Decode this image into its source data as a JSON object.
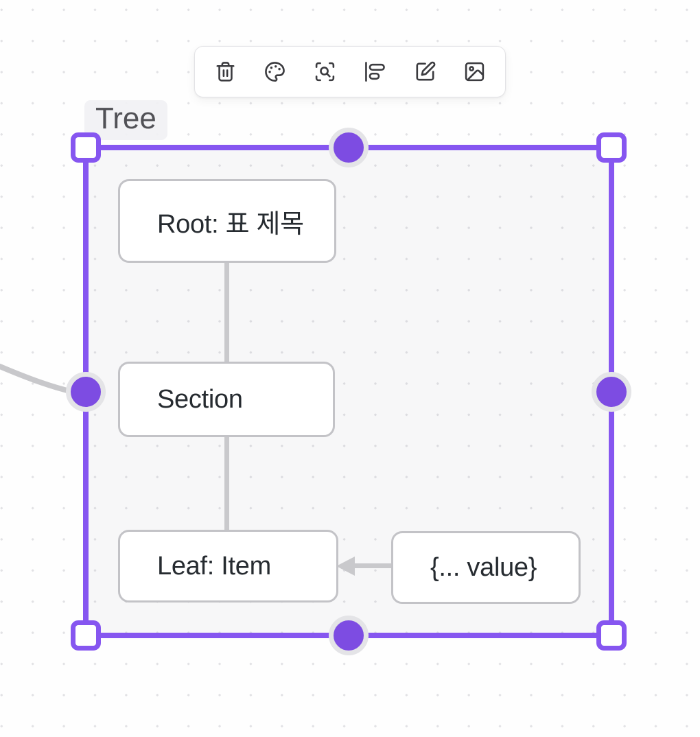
{
  "frame": {
    "label": "Tree"
  },
  "toolbar": {
    "buttons": [
      {
        "name": "delete",
        "icon": "trash-icon"
      },
      {
        "name": "color-style",
        "icon": "palette-icon"
      },
      {
        "name": "zoom-to-fit",
        "icon": "scan-search-icon"
      },
      {
        "name": "align",
        "icon": "align-left-icon"
      },
      {
        "name": "edit",
        "icon": "edit-pen-icon"
      },
      {
        "name": "image",
        "icon": "image-icon"
      }
    ]
  },
  "diagram": {
    "nodes": [
      {
        "id": "root",
        "label": "Root: 표 제목"
      },
      {
        "id": "section",
        "label": "Section"
      },
      {
        "id": "leaf",
        "label": "Leaf: Item"
      },
      {
        "id": "value",
        "label": "{... value}"
      }
    ],
    "edges": [
      {
        "from": "root",
        "to": "section",
        "type": "line"
      },
      {
        "from": "section",
        "to": "leaf",
        "type": "line"
      },
      {
        "from": "value",
        "to": "leaf",
        "type": "arrow"
      }
    ]
  },
  "colors": {
    "selection": "#8656F0",
    "handle_fill": "#7D4CE2",
    "connector": "#C9C9CC",
    "node_border": "#C3C3C7",
    "node_text": "#262B30",
    "icon": "#3B3B3F"
  }
}
